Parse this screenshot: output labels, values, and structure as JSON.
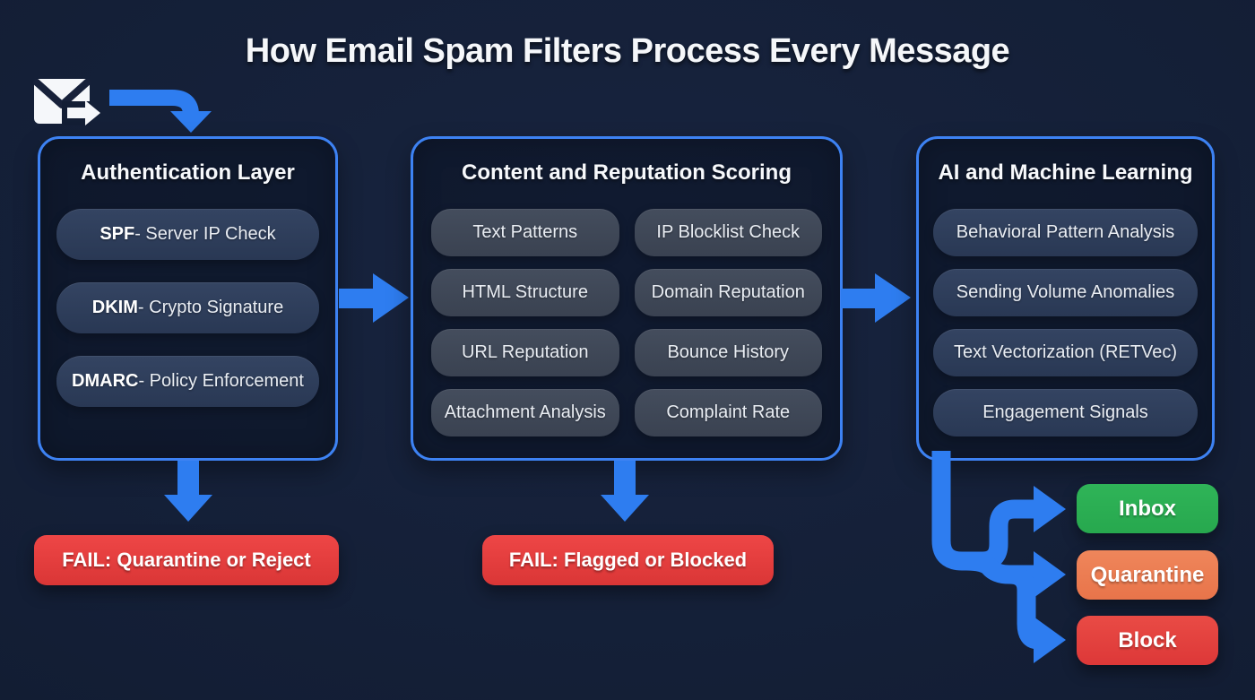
{
  "title": "How Email Spam Filters Process Every Message",
  "icons": {
    "email": "email-send-icon",
    "entry_arrow": "curved-down-arrow-icon",
    "stage_flow_arrow": "right-arrow-icon",
    "fail_flow_arrow": "down-arrow-icon",
    "branch": "three-way-split-arrow-icon"
  },
  "colors": {
    "background": "#131e35",
    "box_border": "#3d82f3",
    "arrow_blue": "#2e7df0",
    "pill_navy": "#2e3d5a",
    "pill_slate": "#3f4857",
    "fail_red": "#e23c3c",
    "inbox_green": "#2aab51",
    "quarantine_orange": "#ec7c51",
    "block_red": "#e23f3f"
  },
  "stages": [
    {
      "title": "Authentication Layer",
      "pills": [
        {
          "bold": "SPF",
          "rest": " - Server IP Check"
        },
        {
          "bold": "DKIM",
          "rest": " - Crypto Signature"
        },
        {
          "bold": "DMARC",
          "rest": " - Policy Enforcement"
        }
      ]
    },
    {
      "title": "Content and Reputation Scoring",
      "pills": [
        "Text Patterns",
        "IP Blocklist Check",
        "HTML Structure",
        "Domain Reputation",
        "URL Reputation",
        "Bounce History",
        "Attachment Analysis",
        "Complaint Rate"
      ]
    },
    {
      "title": "AI and Machine Learning",
      "pills": [
        "Behavioral Pattern Analysis",
        "Sending Volume Anomalies",
        "Text Vectorization (RETVec)",
        "Engagement Signals"
      ]
    }
  ],
  "fail_badges": [
    {
      "label": "FAIL: Quarantine or Reject"
    },
    {
      "label": "FAIL: Flagged or Blocked"
    }
  ],
  "final_outcomes": [
    {
      "label": "Inbox",
      "color": "#27a84e",
      "color_top": "#2fb458"
    },
    {
      "label": "Quarantine",
      "color": "#e8744a",
      "color_top": "#ef865b"
    },
    {
      "label": "Block",
      "color": "#dd3838",
      "color_top": "#e94b45"
    }
  ]
}
